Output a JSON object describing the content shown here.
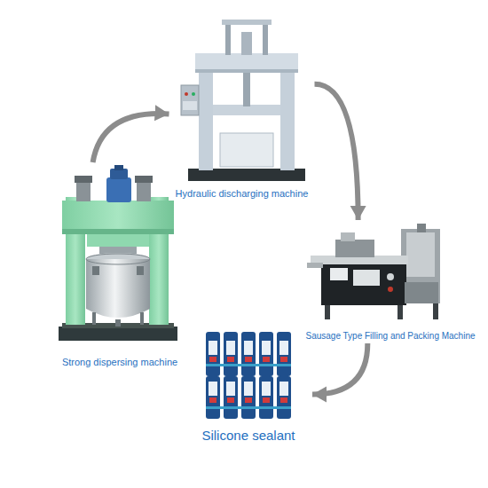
{
  "diagram": {
    "nodes": [
      {
        "text": [
          "Strong dispersing machine"
        ]
      },
      {
        "text": [
          "Hydraulic discharging machine"
        ]
      },
      {
        "text": [
          "Sausage Type Filling and Packing Machine"
        ]
      },
      {
        "text": [
          "Silicone sealant"
        ]
      }
    ],
    "edges": [
      {
        "from": 0,
        "to": 1,
        "arrow": "to"
      },
      {
        "from": 1,
        "to": 2,
        "arrow": "to"
      },
      {
        "from": 2,
        "to": 3,
        "arrow": "to"
      }
    ]
  }
}
